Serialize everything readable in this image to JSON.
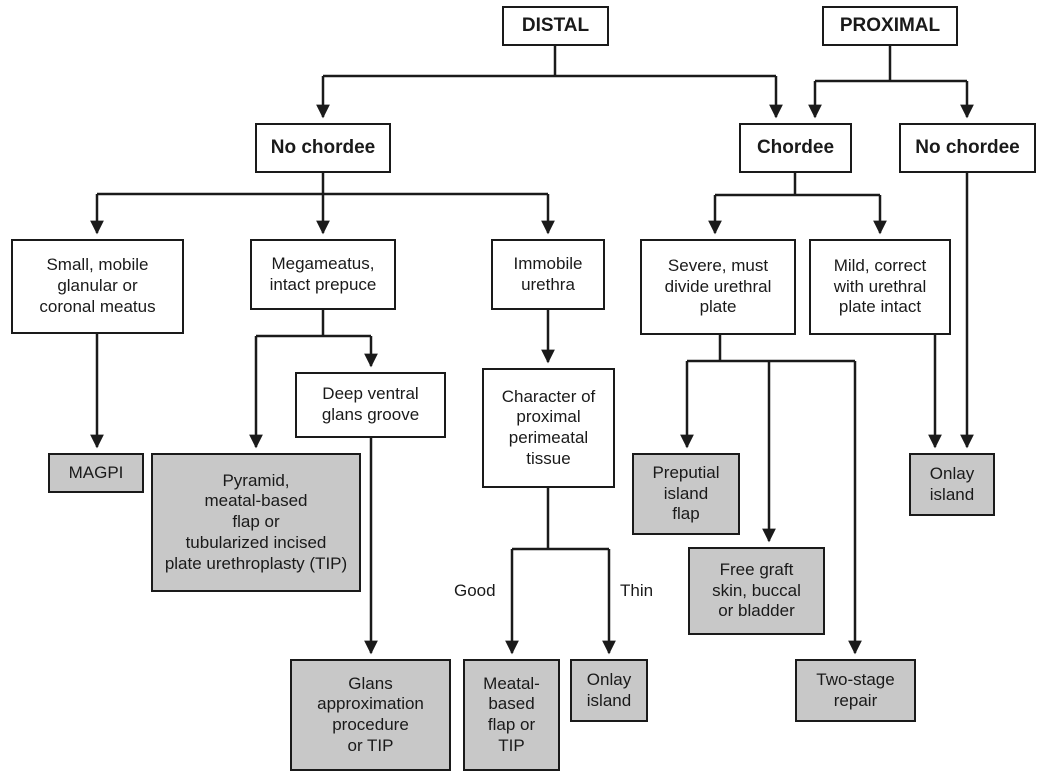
{
  "nodes": {
    "distal": "DISTAL",
    "proximal": "PROXIMAL",
    "no_chordee_distal": "No chordee",
    "chordee": "Chordee",
    "no_chordee_proximal": "No chordee",
    "small_mobile": "Small, mobile\nglanular or\ncoronal meatus",
    "megameatus": "Megameatus,\nintact prepuce",
    "immobile": "Immobile\nurethra",
    "severe": "Severe, must\ndivide urethral\nplate",
    "mild": "Mild, correct\nwith urethral\nplate intact",
    "deep_ventral": "Deep ventral\nglans groove",
    "character": "Character of\nproximal\nperimeatal\ntissue",
    "magpi": "MAGPI",
    "pyramid": "Pyramid,\nmeatal-based\nflap or\ntubularized incised\nplate urethroplasty (TIP)",
    "preputial": "Preputial\nisland\nflap",
    "onlay_right": "Onlay\nisland",
    "free_graft": "Free graft\nskin, buccal\nor bladder",
    "glans_approx": "Glans\napproximation\nprocedure\nor TIP",
    "meatal_based": "Meatal-\nbased\nflap or\nTIP",
    "onlay_mid": "Onlay\nisland",
    "two_stage": "Two-stage\nrepair"
  },
  "edge_labels": {
    "good": "Good",
    "thin": "Thin"
  }
}
